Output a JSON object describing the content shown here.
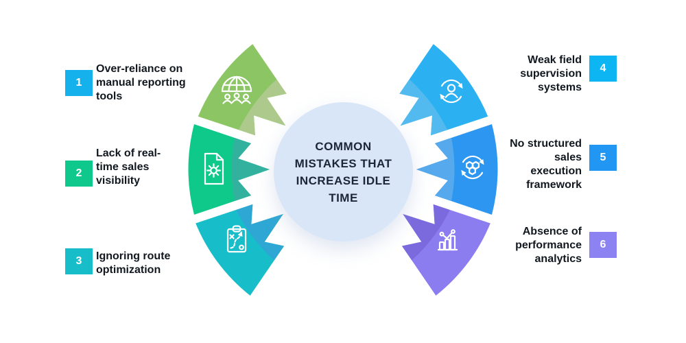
{
  "infographic": {
    "center": {
      "text": "COMMON MISTAKES THAT INCREASE IDLE TIME",
      "bg_color": "#d9e6f7",
      "text_color": "#1b2738"
    },
    "items": [
      {
        "number": "1",
        "text": "Over-reliance on manual reporting tools",
        "badge_color": "#14b1ec",
        "petal_color": "#8cc664",
        "petal_shade": "#adca8c",
        "icon": "globe-team-icon",
        "side": "left"
      },
      {
        "number": "2",
        "text": "Lack of real-time sales visibility",
        "badge_color": "#0fc98c",
        "petal_color": "#0fc98b",
        "petal_shade": "#32b29e",
        "icon": "document-gear-icon",
        "side": "left"
      },
      {
        "number": "3",
        "text": "Ignoring route optimization",
        "badge_color": "#17bdc9",
        "petal_color": "#17bdc9",
        "petal_shade": "#2fa7d4",
        "icon": "strategy-clipboard-icon",
        "side": "left"
      },
      {
        "number": "4",
        "text": "Weak field supervision systems",
        "badge_color": "#0db5f2",
        "petal_color": "#2bb0f2",
        "petal_shade": "#53baf0",
        "icon": "user-sync-icon",
        "side": "right"
      },
      {
        "number": "5",
        "text": "No structured sales execution framework",
        "badge_color": "#2196f3",
        "petal_color": "#2d96f0",
        "petal_shade": "#55a9ec",
        "icon": "process-sync-icon",
        "side": "right"
      },
      {
        "number": "6",
        "text": "Absence of performance analytics",
        "badge_color": "#8d82f2",
        "petal_color": "#8b7df0",
        "petal_shade": "#7a6add",
        "icon": "analytics-icon",
        "side": "right"
      }
    ]
  }
}
